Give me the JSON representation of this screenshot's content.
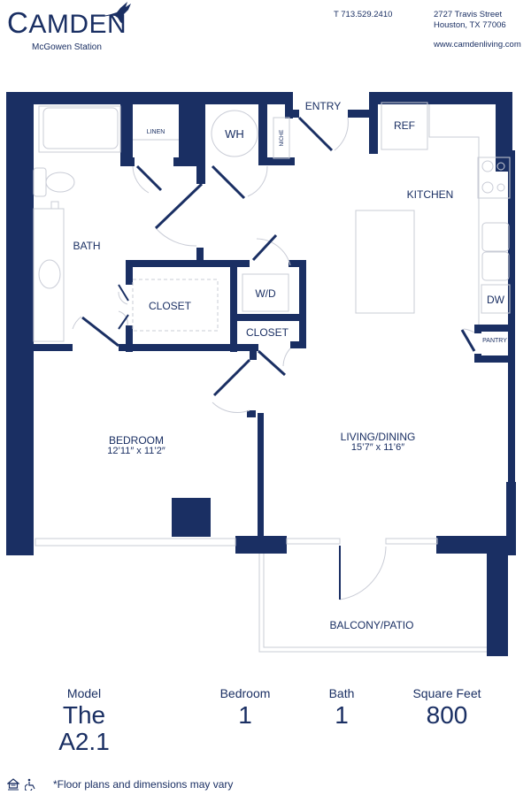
{
  "brand": {
    "name_first": "C",
    "name_rest": "AMDEN",
    "community": "McGowen Station",
    "logo_icon": "hummingbird-icon"
  },
  "contact": {
    "phone": "T 713.529.2410",
    "address_line1": "2727 Travis Street",
    "address_line2": "Houston, TX 77006",
    "website": "www.camdenliving.com"
  },
  "floorplan": {
    "colors": {
      "wall": "#1a2f63",
      "fixture": "#c9ccd6",
      "background": "#ffffff"
    },
    "rooms": {
      "entry": "ENTRY",
      "linen": "LINEN",
      "wh": "WH",
      "niche": "NICHE",
      "ref": "REF",
      "kitchen": "KITCHEN",
      "bath": "BATH",
      "closet_walkin": "CLOSET",
      "wd": "W/D",
      "closet_small": "CLOSET",
      "dw": "DW",
      "pantry": "PANTRY",
      "bedroom": "BEDROOM",
      "bedroom_dims": "12’11″ x 11’2″",
      "living": "LIVING/DINING",
      "living_dims": "15’7″ x 11’6″",
      "balcony": "BALCONY/PATIO"
    }
  },
  "stats": {
    "model_label": "Model",
    "model_value": "The A2.1",
    "bedroom_label": "Bedroom",
    "bedroom_value": "1",
    "bath_label": "Bath",
    "bath_value": "1",
    "sqft_label": "Square Feet",
    "sqft_value": "800"
  },
  "footer": {
    "icons": [
      "equal-housing-icon",
      "accessibility-icon"
    ],
    "disclaimer": "*Floor plans and dimensions may vary"
  }
}
